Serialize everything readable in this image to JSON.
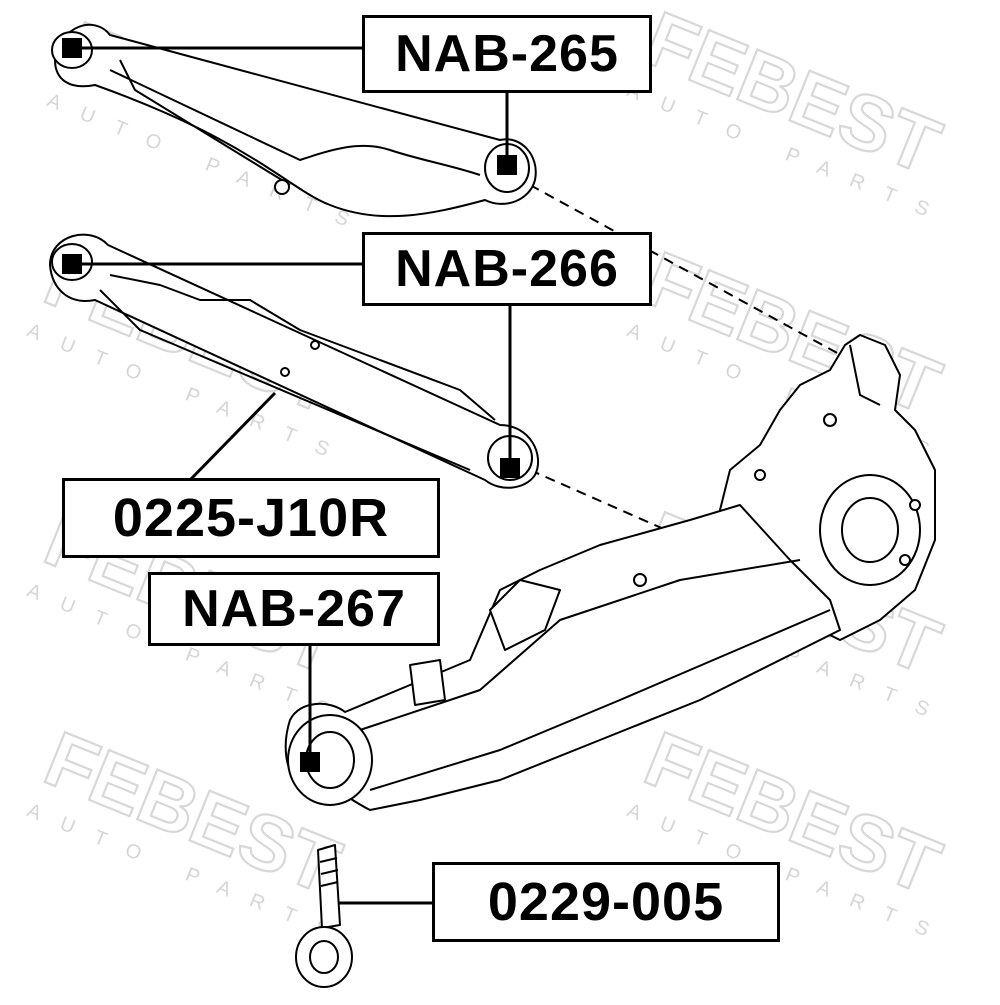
{
  "watermark": {
    "brand": "FEBEST",
    "tagline": "AUTO PARTS"
  },
  "parts": [
    {
      "id": "nab-265",
      "label": "NAB-265"
    },
    {
      "id": "nab-266",
      "label": "NAB-266"
    },
    {
      "id": "0225-j10r",
      "label": "0225-J10R"
    },
    {
      "id": "nab-267",
      "label": "NAB-267"
    },
    {
      "id": "0229-005",
      "label": "0229-005"
    }
  ]
}
